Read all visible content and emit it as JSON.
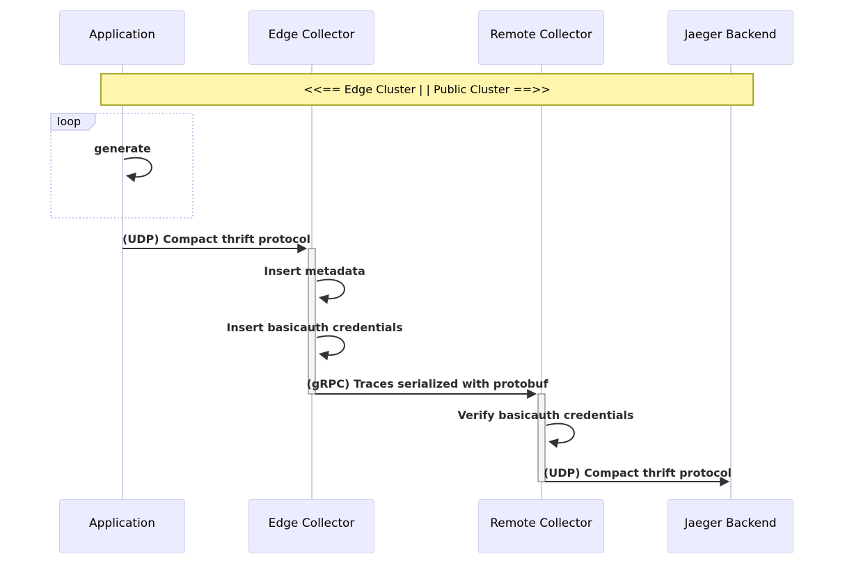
{
  "diagram": {
    "type": "sequence-diagram",
    "actors": [
      {
        "name": "Application"
      },
      {
        "name": "Edge Collector"
      },
      {
        "name": "Remote Collector"
      },
      {
        "name": "Jaeger Backend"
      }
    ],
    "note": {
      "text": "<<== Edge Cluster | | Public Cluster ==>>",
      "spans": [
        "Application",
        "Remote Collector"
      ]
    },
    "loop_frame": {
      "label": "loop",
      "contains": "generate"
    },
    "messages": [
      {
        "from": "Application",
        "to": "Application",
        "label": "generate",
        "type": "self"
      },
      {
        "from": "Application",
        "to": "Edge Collector",
        "label": "(UDP) Compact thrift protocol",
        "type": "solid-arrow"
      },
      {
        "from": "Edge Collector",
        "to": "Edge Collector",
        "label": "Insert metadata",
        "type": "self"
      },
      {
        "from": "Edge Collector",
        "to": "Edge Collector",
        "label": "Insert basicauth credentials",
        "type": "self"
      },
      {
        "from": "Edge Collector",
        "to": "Remote Collector",
        "label": "(gRPC) Traces serialized with protobuf",
        "type": "solid-arrow"
      },
      {
        "from": "Remote Collector",
        "to": "Remote Collector",
        "label": "Verify basicauth credentials",
        "type": "self"
      },
      {
        "from": "Remote Collector",
        "to": "Jaeger Backend",
        "label": "(UDP) Compact thrift protocol",
        "type": "solid-arrow"
      }
    ],
    "colors": {
      "actor_fill": "#ECECFF",
      "actor_border": "#CFCFEF",
      "lifeline": "#D5CFE8",
      "note_fill": "#FFF5AD",
      "note_border": "#AAAA33",
      "loop_border": "#B9B3E6",
      "activation_fill": "#F4F4F4",
      "activation_border": "#666666",
      "arrow": "#333333"
    }
  }
}
